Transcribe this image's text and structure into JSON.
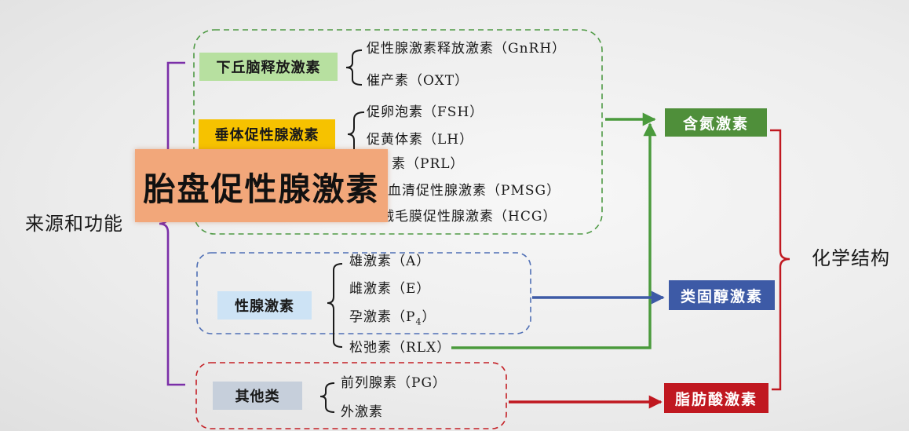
{
  "source_label": "来源和功能",
  "structure_label": "化学结构",
  "placenta_label": "胎盘促性腺激素",
  "categories": {
    "hypothalamus": "下丘脑释放激素",
    "pituitary": "垂体促性腺激素",
    "gonad": "性腺激素",
    "other": "其他类"
  },
  "hormones": {
    "gnrh": "促性腺激素释放激素（GnRH）",
    "oxt": "催产素（OXT）",
    "fsh": "促卵泡素（FSH）",
    "lh": "促黄体素（LH）",
    "prl": "素（PRL）",
    "pmsg": "血清促性腺激素（PMSG）",
    "hcg": "人绒毛膜促性腺激素（HCG）",
    "a": "雄激素（A）",
    "e": "雌激素（E）",
    "p4": "孕激素（P",
    "p4_sub": "4",
    "p4_close": "）",
    "rlx": "松弛素（RLX）",
    "pg": "前列腺素（PG）",
    "ext": "外激素"
  },
  "classes": {
    "nitrogen": "含氮激素",
    "steroid": "类固醇激素",
    "fatty": "脂肪酸激素"
  },
  "colors": {
    "purple": "#7b2fa8",
    "green_dash": "#4f9a45",
    "blue_dash": "#4f6fb5",
    "red_dash": "#c41f25",
    "arrow_green": "#4a9a3c",
    "arrow_blue": "#3d5aa6",
    "arrow_red": "#c01820",
    "box_hypothalamus": "#b7e0a0",
    "box_pituitary": "#f6c200",
    "box_gonad": "#cde3f5",
    "box_other": "#c6cfdb",
    "nitrogen": "#4f8f3a",
    "steroid": "#3d5aa6",
    "fatty": "#c01820",
    "placenta": "#f2a77a"
  }
}
